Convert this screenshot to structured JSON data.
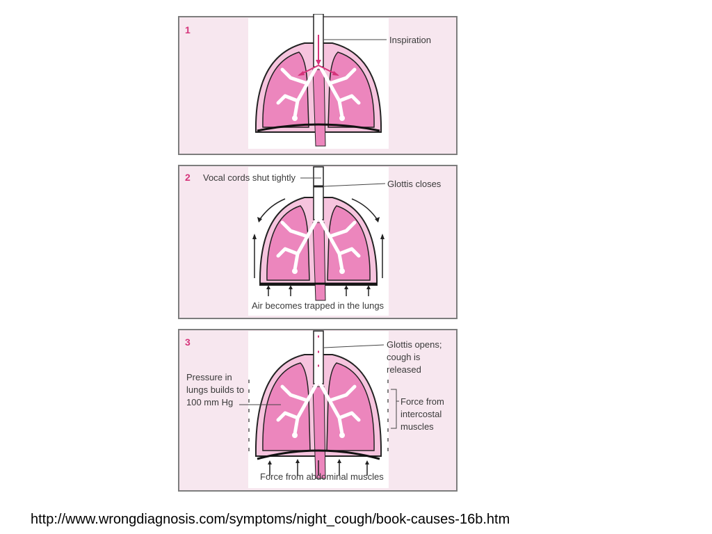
{
  "panels": [
    {
      "number": "1",
      "labels": {
        "inspiration": "Inspiration"
      }
    },
    {
      "number": "2",
      "labels": {
        "vocal_cords": "Vocal cords shut tightly",
        "glottis": "Glottis closes",
        "trapped": "Air becomes trapped in the lungs"
      }
    },
    {
      "number": "3",
      "labels": {
        "glottis_opens": [
          "Glottis opens;",
          "cough is",
          "released"
        ],
        "pressure": [
          "Pressure in",
          "lungs builds to",
          "100 mm Hg"
        ],
        "intercostal": [
          "Force from",
          "intercostal",
          "muscles"
        ],
        "abdominal": "Force from abdominal muscles"
      }
    }
  ],
  "source_url": "http://www.wrongdiagnosis.com/symptoms/night_cough/book-causes-16b.htm",
  "colors": {
    "panel_bg": "#f7e7ef",
    "frame": "#7d7d7d",
    "lung": "#ec86bd",
    "lung_light": "#f6c4de",
    "accent": "#d6337a"
  }
}
